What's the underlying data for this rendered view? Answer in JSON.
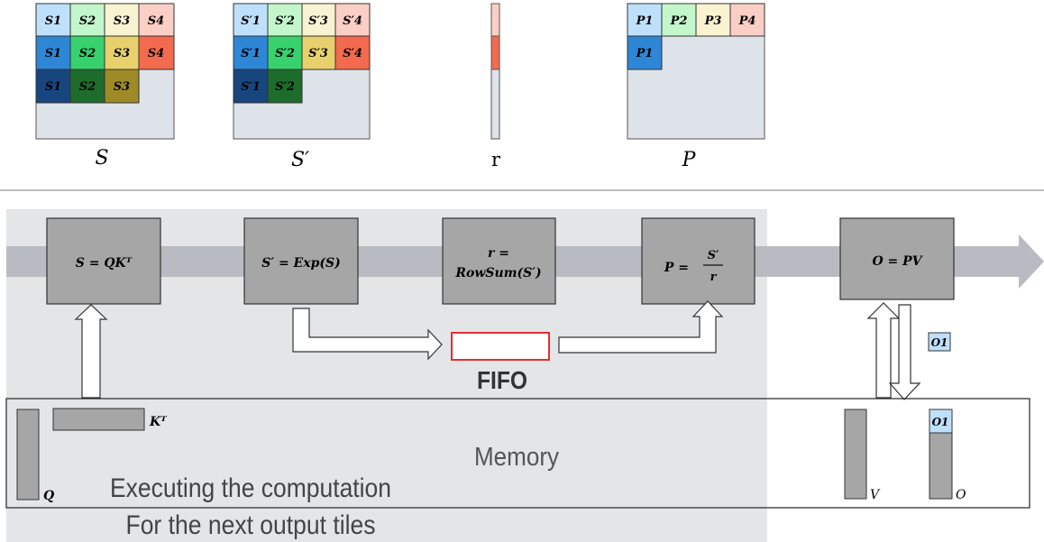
{
  "matrices": {
    "S": {
      "label": "S",
      "rows": [
        [
          "S1",
          "S2",
          "S3",
          "S4"
        ],
        [
          "S1",
          "S2",
          "S3",
          "S4"
        ],
        [
          "S1",
          "S2",
          "S3"
        ]
      ]
    },
    "S_prime": {
      "label": "S′",
      "rows": [
        [
          "S′1",
          "S′2",
          "S′3",
          "S′4"
        ],
        [
          "S′1",
          "S′2",
          "S′3",
          "S′4"
        ],
        [
          "S′1",
          "S′2"
        ]
      ]
    },
    "r": {
      "label": "r"
    },
    "P": {
      "label": "P",
      "rows": [
        [
          "P1",
          "P2",
          "P3",
          "P4"
        ],
        [
          "P1"
        ]
      ]
    }
  },
  "pipeline": {
    "stage1": "S = QKᵀ",
    "stage2": "S′ = Exp(S)",
    "stage3_line1": "r =",
    "stage3_line2": "RowSum(S′)",
    "stage4_lhs": "P =",
    "stage4_num": "S′",
    "stage4_den": "r",
    "stage5": "O = PV"
  },
  "fifo_label": "FIFO",
  "o1_tile_label": "O1",
  "memory": {
    "title": "Memory",
    "q_label": "Q",
    "kt_label": "Kᵀ",
    "v_label": "V",
    "o_label": "O",
    "o1_label": "O1"
  },
  "next_tiles": {
    "line1": "Executing the computation",
    "line2": "For the next output tiles"
  },
  "colors": {
    "col1": [
      "#bfe0fb",
      "#2e86d7",
      "#17467e"
    ],
    "col2": [
      "#c3f7cb",
      "#37d16d",
      "#1e6c2b"
    ],
    "col3": [
      "#faf3d2",
      "#e8d16d",
      "#9e8a26"
    ],
    "col4": [
      "#fbcfc6",
      "#f36a4e"
    ],
    "grid_bg": "#dee3ea",
    "stage_box": "#a6a6a6",
    "band": "#b8bcc2",
    "shade": "#e4e5e7",
    "fifo": "#e03030",
    "bar": "#a6a6a6"
  }
}
